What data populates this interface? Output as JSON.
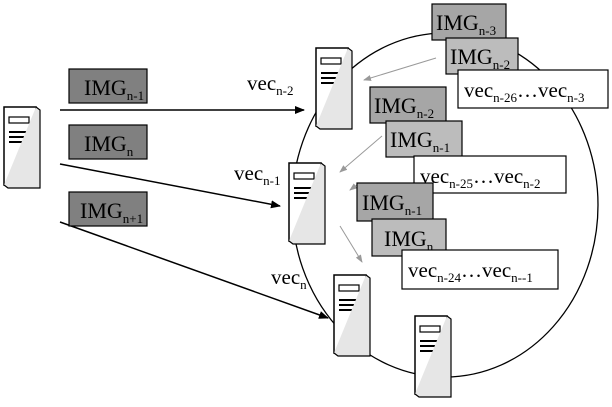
{
  "image_boxes": [
    {
      "id": "img-n-1-left",
      "base": "IMG",
      "sub": "n-1",
      "fill": "#808080"
    },
    {
      "id": "img-n-left",
      "base": "IMG",
      "sub": "n",
      "fill": "#808080"
    },
    {
      "id": "img-n+1-left",
      "base": "IMG",
      "sub": "n+1",
      "fill": "#808080"
    },
    {
      "id": "img-n-3-top",
      "base": "IMG",
      "sub": "n-3",
      "fill": "#a6a6a6"
    },
    {
      "id": "img-n-2-top",
      "base": "IMG",
      "sub": "n-2",
      "fill": "#bcbcbc"
    },
    {
      "id": "img-n-2-mid",
      "base": "IMG",
      "sub": "n-2",
      "fill": "#a6a6a6"
    },
    {
      "id": "img-n-1-mid",
      "base": "IMG",
      "sub": "n-1",
      "fill": "#bcbcbc"
    },
    {
      "id": "img-n-1-bot",
      "base": "IMG",
      "sub": "n-1",
      "fill": "#a6a6a6"
    },
    {
      "id": "img-n-bot",
      "base": "IMG",
      "sub": "n",
      "fill": "#bcbcbc"
    }
  ],
  "vector_boxes": [
    {
      "id": "vec-range-top",
      "base1": "vec",
      "sub1": "n-26",
      "dots": "…",
      "base2": "vec",
      "sub2": "n-3"
    },
    {
      "id": "vec-range-mid",
      "base1": "vec",
      "sub1": "n-25",
      "dots": "…",
      "base2": "vec",
      "sub2": "n-2"
    },
    {
      "id": "vec-range-bot",
      "base1": "vec",
      "sub1": "n-24",
      "dots": "…",
      "base2": "vec",
      "sub2": "n--1"
    }
  ],
  "vector_labels": [
    {
      "id": "vec-label-n-2",
      "base": "vec",
      "sub": "n-2"
    },
    {
      "id": "vec-label-n-1",
      "base": "vec",
      "sub": "n-1"
    },
    {
      "id": "vec-label-n",
      "base": "vec",
      "sub": "n"
    }
  ],
  "colors": {
    "dark_box": "#808080",
    "light_box": "#bcbcbc",
    "mid_box": "#a6a6a6",
    "line": "#000000",
    "faint_line": "#b0b0b0"
  }
}
